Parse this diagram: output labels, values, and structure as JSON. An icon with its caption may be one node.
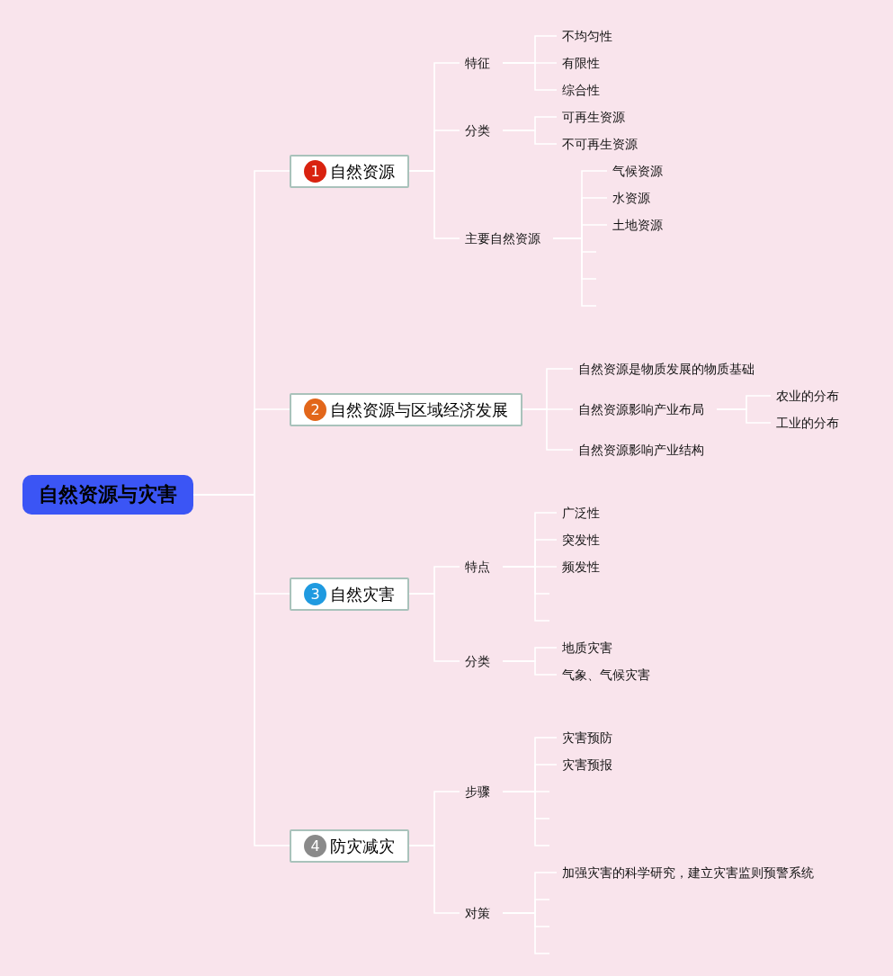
{
  "diagram": {
    "nodes": [
      {
        "text": [
          "自然资源与灾害"
        ]
      },
      {
        "text": [
          "1",
          "自然资源"
        ]
      },
      {
        "text": [
          "特征"
        ]
      },
      {
        "text": [
          "不均匀性"
        ]
      },
      {
        "text": [
          "有限性"
        ]
      },
      {
        "text": [
          "综合性"
        ]
      },
      {
        "text": [
          "分类"
        ]
      },
      {
        "text": [
          "可再生资源"
        ]
      },
      {
        "text": [
          "不可再生资源"
        ]
      },
      {
        "text": [
          "主要自然资源"
        ]
      },
      {
        "text": [
          "气候资源"
        ]
      },
      {
        "text": [
          "水资源"
        ]
      },
      {
        "text": [
          "土地资源"
        ]
      },
      {
        "text": [
          "2",
          "自然资源与区域经济发展"
        ]
      },
      {
        "text": [
          "自然资源是物质发展的物质基础"
        ]
      },
      {
        "text": [
          "自然资源影响产业布局"
        ]
      },
      {
        "text": [
          "农业的分布"
        ]
      },
      {
        "text": [
          "工业的分布"
        ]
      },
      {
        "text": [
          "自然资源影响产业结构"
        ]
      },
      {
        "text": [
          "3",
          "自然灾害"
        ]
      },
      {
        "text": [
          "特点"
        ]
      },
      {
        "text": [
          "广泛性"
        ]
      },
      {
        "text": [
          "突发性"
        ]
      },
      {
        "text": [
          "频发性"
        ]
      },
      {
        "text": [
          "分类"
        ]
      },
      {
        "text": [
          "地质灾害"
        ]
      },
      {
        "text": [
          "气象、气候灾害"
        ]
      },
      {
        "text": [
          "4",
          "防灾减灾"
        ]
      },
      {
        "text": [
          "步骤"
        ]
      },
      {
        "text": [
          "灾害预防"
        ]
      },
      {
        "text": [
          "灾害预报"
        ]
      },
      {
        "text": [
          "对策"
        ]
      },
      {
        "text": [
          "加强灾害的科学研究，建立灾害监则预警系统"
        ]
      }
    ],
    "edges": [
      {
        "from": 0,
        "to": 1,
        "arrow": "none"
      },
      {
        "from": 1,
        "to": 2,
        "arrow": "none"
      },
      {
        "from": 2,
        "to": 3,
        "arrow": "none"
      },
      {
        "from": 2,
        "to": 4,
        "arrow": "none"
      },
      {
        "from": 2,
        "to": 5,
        "arrow": "none"
      },
      {
        "from": 1,
        "to": 6,
        "arrow": "none"
      },
      {
        "from": 6,
        "to": 7,
        "arrow": "none"
      },
      {
        "from": 6,
        "to": 8,
        "arrow": "none"
      },
      {
        "from": 1,
        "to": 9,
        "arrow": "none"
      },
      {
        "from": 9,
        "to": 10,
        "arrow": "none"
      },
      {
        "from": 9,
        "to": 11,
        "arrow": "none"
      },
      {
        "from": 9,
        "to": 12,
        "arrow": "none"
      },
      {
        "from": 9,
        "to": null,
        "arrow": "none"
      },
      {
        "from": 9,
        "to": null,
        "arrow": "none"
      },
      {
        "from": 9,
        "to": null,
        "arrow": "none"
      },
      {
        "from": 0,
        "to": 13,
        "arrow": "none"
      },
      {
        "from": 13,
        "to": 14,
        "arrow": "none"
      },
      {
        "from": 13,
        "to": 15,
        "arrow": "none"
      },
      {
        "from": 15,
        "to": 16,
        "arrow": "none"
      },
      {
        "from": 15,
        "to": 17,
        "arrow": "none"
      },
      {
        "from": 13,
        "to": 18,
        "arrow": "none"
      },
      {
        "from": 0,
        "to": 19,
        "arrow": "none"
      },
      {
        "from": 19,
        "to": 20,
        "arrow": "none"
      },
      {
        "from": 20,
        "to": 21,
        "arrow": "none"
      },
      {
        "from": 20,
        "to": 22,
        "arrow": "none"
      },
      {
        "from": 20,
        "to": 23,
        "arrow": "none"
      },
      {
        "from": 20,
        "to": null,
        "arrow": "none"
      },
      {
        "from": 20,
        "to": null,
        "arrow": "none"
      },
      {
        "from": 19,
        "to": 24,
        "arrow": "none"
      },
      {
        "from": 24,
        "to": 25,
        "arrow": "none"
      },
      {
        "from": 24,
        "to": 26,
        "arrow": "none"
      },
      {
        "from": 0,
        "to": 27,
        "arrow": "none"
      },
      {
        "from": 27,
        "to": 28,
        "arrow": "none"
      },
      {
        "from": 28,
        "to": 29,
        "arrow": "none"
      },
      {
        "from": 28,
        "to": 30,
        "arrow": "none"
      },
      {
        "from": 28,
        "to": null,
        "arrow": "none"
      },
      {
        "from": 28,
        "to": null,
        "arrow": "none"
      },
      {
        "from": 28,
        "to": null,
        "arrow": "none"
      },
      {
        "from": 27,
        "to": 31,
        "arrow": "none"
      },
      {
        "from": 31,
        "to": 32,
        "arrow": "none"
      },
      {
        "from": 31,
        "to": null,
        "arrow": "none"
      },
      {
        "from": 31,
        "to": null,
        "arrow": "none"
      },
      {
        "from": 31,
        "to": null,
        "arrow": "none"
      }
    ]
  }
}
